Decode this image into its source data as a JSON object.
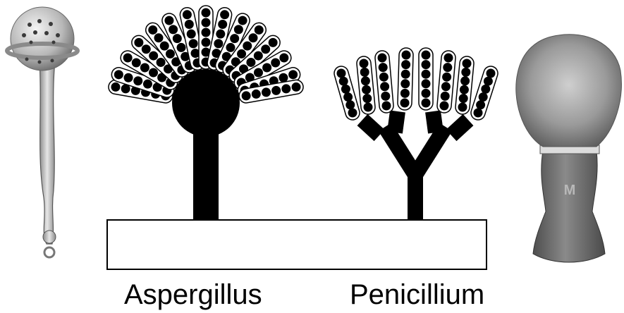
{
  "labels": {
    "aspergillus": "Aspergillus",
    "penicillium": "Penicillium"
  },
  "illustrations": {
    "left": "aspergillum-sprinkler",
    "right": "shaving-brush",
    "brush_logo": "M"
  },
  "colors": {
    "ink": "#000000",
    "background": "#ffffff",
    "metal": "#bdbdbd",
    "wood": "#6e6e6e",
    "bristle": "#9a9a9a"
  }
}
